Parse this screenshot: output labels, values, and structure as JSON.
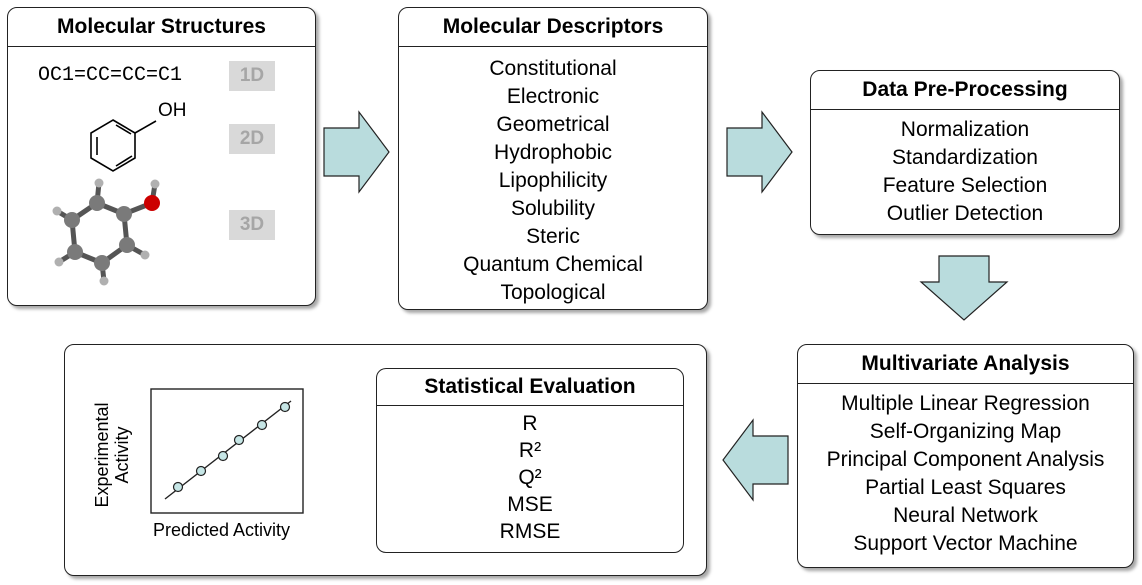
{
  "structures": {
    "title": "Molecular Structures",
    "smiles": "OC1=CC=CC=C1",
    "oh_label": "OH",
    "dims": [
      "1D",
      "2D",
      "3D"
    ]
  },
  "descriptors": {
    "title": "Molecular Descriptors",
    "items": [
      "Constitutional",
      "Electronic",
      "Geometrical",
      "Hydrophobic",
      "Lipophilicity",
      "Solubility",
      "Steric",
      "Quantum Chemical",
      "Topological"
    ]
  },
  "preprocessing": {
    "title": "Data Pre-Processing",
    "items": [
      "Normalization",
      "Standardization",
      "Feature Selection",
      "Outlier Detection"
    ]
  },
  "multivariate": {
    "title": "Multivariate Analysis",
    "items": [
      "Multiple Linear Regression",
      "Self-Organizing Map",
      "Principal Component Analysis",
      "Partial Least Squares",
      "Neural Network",
      "Support Vector Machine"
    ]
  },
  "evaluation": {
    "title": "Statistical Evaluation",
    "items": [
      "R",
      "R²",
      "Q²",
      "MSE",
      "RMSE"
    ]
  },
  "plot": {
    "ylabel_line1": "Experimental",
    "ylabel_line2": "Activity",
    "xlabel": "Predicted Activity"
  },
  "colors": {
    "arrow_fill": "#b9dcdd",
    "marker_fill": "#c6e6e6",
    "oxygen": "#cc0000",
    "carbon": "#7a7a7a",
    "hydrogen": "#b0b0b0"
  }
}
